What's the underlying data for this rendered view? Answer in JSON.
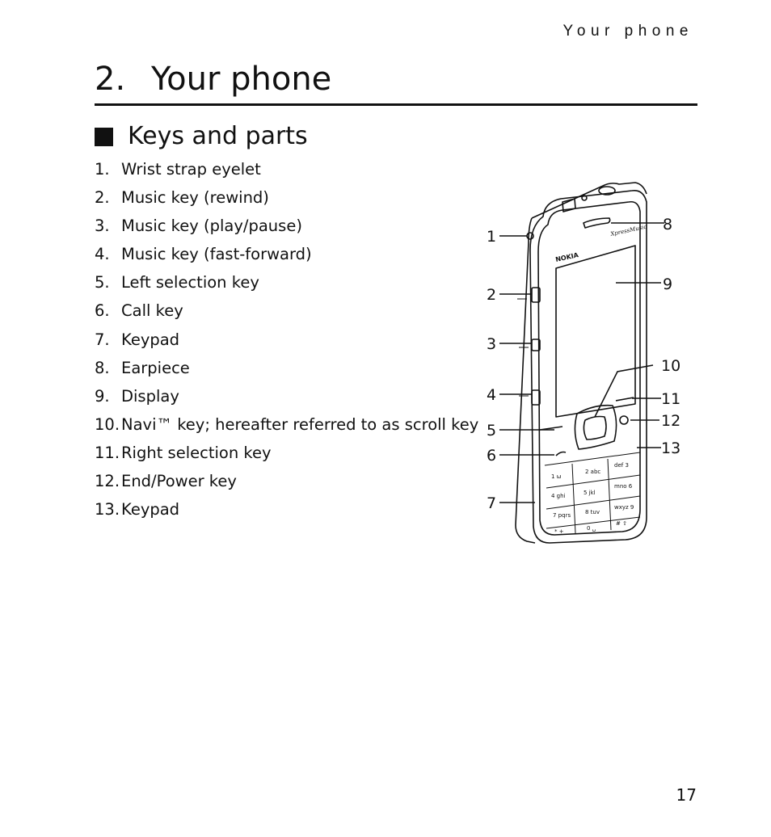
{
  "running_head": "Your phone",
  "chapter": {
    "number": "2.",
    "title": "Your phone"
  },
  "section": {
    "title": "Keys and parts"
  },
  "parts": [
    {
      "num": "1.",
      "label": "Wrist strap eyelet"
    },
    {
      "num": "2.",
      "label": "Music key (rewind)"
    },
    {
      "num": "3.",
      "label": "Music key (play/pause)"
    },
    {
      "num": "4.",
      "label": "Music key (fast-forward)"
    },
    {
      "num": "5.",
      "label": "Left selection key"
    },
    {
      "num": "6.",
      "label": "Call key"
    },
    {
      "num": "7.",
      "label": "Keypad"
    },
    {
      "num": "8.",
      "label": "Earpiece"
    },
    {
      "num": "9.",
      "label": "Display"
    },
    {
      "num": "10.",
      "label": "Navi™ key; hereafter referred to as scroll key"
    },
    {
      "num": "11.",
      "label": "Right selection key"
    },
    {
      "num": "12.",
      "label": "End/Power key"
    },
    {
      "num": "13.",
      "label": "Keypad"
    }
  ],
  "figure": {
    "callouts": [
      "1",
      "2",
      "3",
      "4",
      "5",
      "6",
      "7",
      "8",
      "9",
      "10",
      "11",
      "12",
      "13"
    ],
    "brand": "NOKIA",
    "model": "XpressMusic",
    "keys": [
      "1 ω",
      "2 abc",
      "def 3",
      "4 ghi",
      "5 jkl",
      "mno 6",
      "7 pqrs",
      "8 tuv",
      "wxyz 9",
      "* +",
      "0 ␣",
      "# ⇧"
    ]
  },
  "page_number": "17"
}
